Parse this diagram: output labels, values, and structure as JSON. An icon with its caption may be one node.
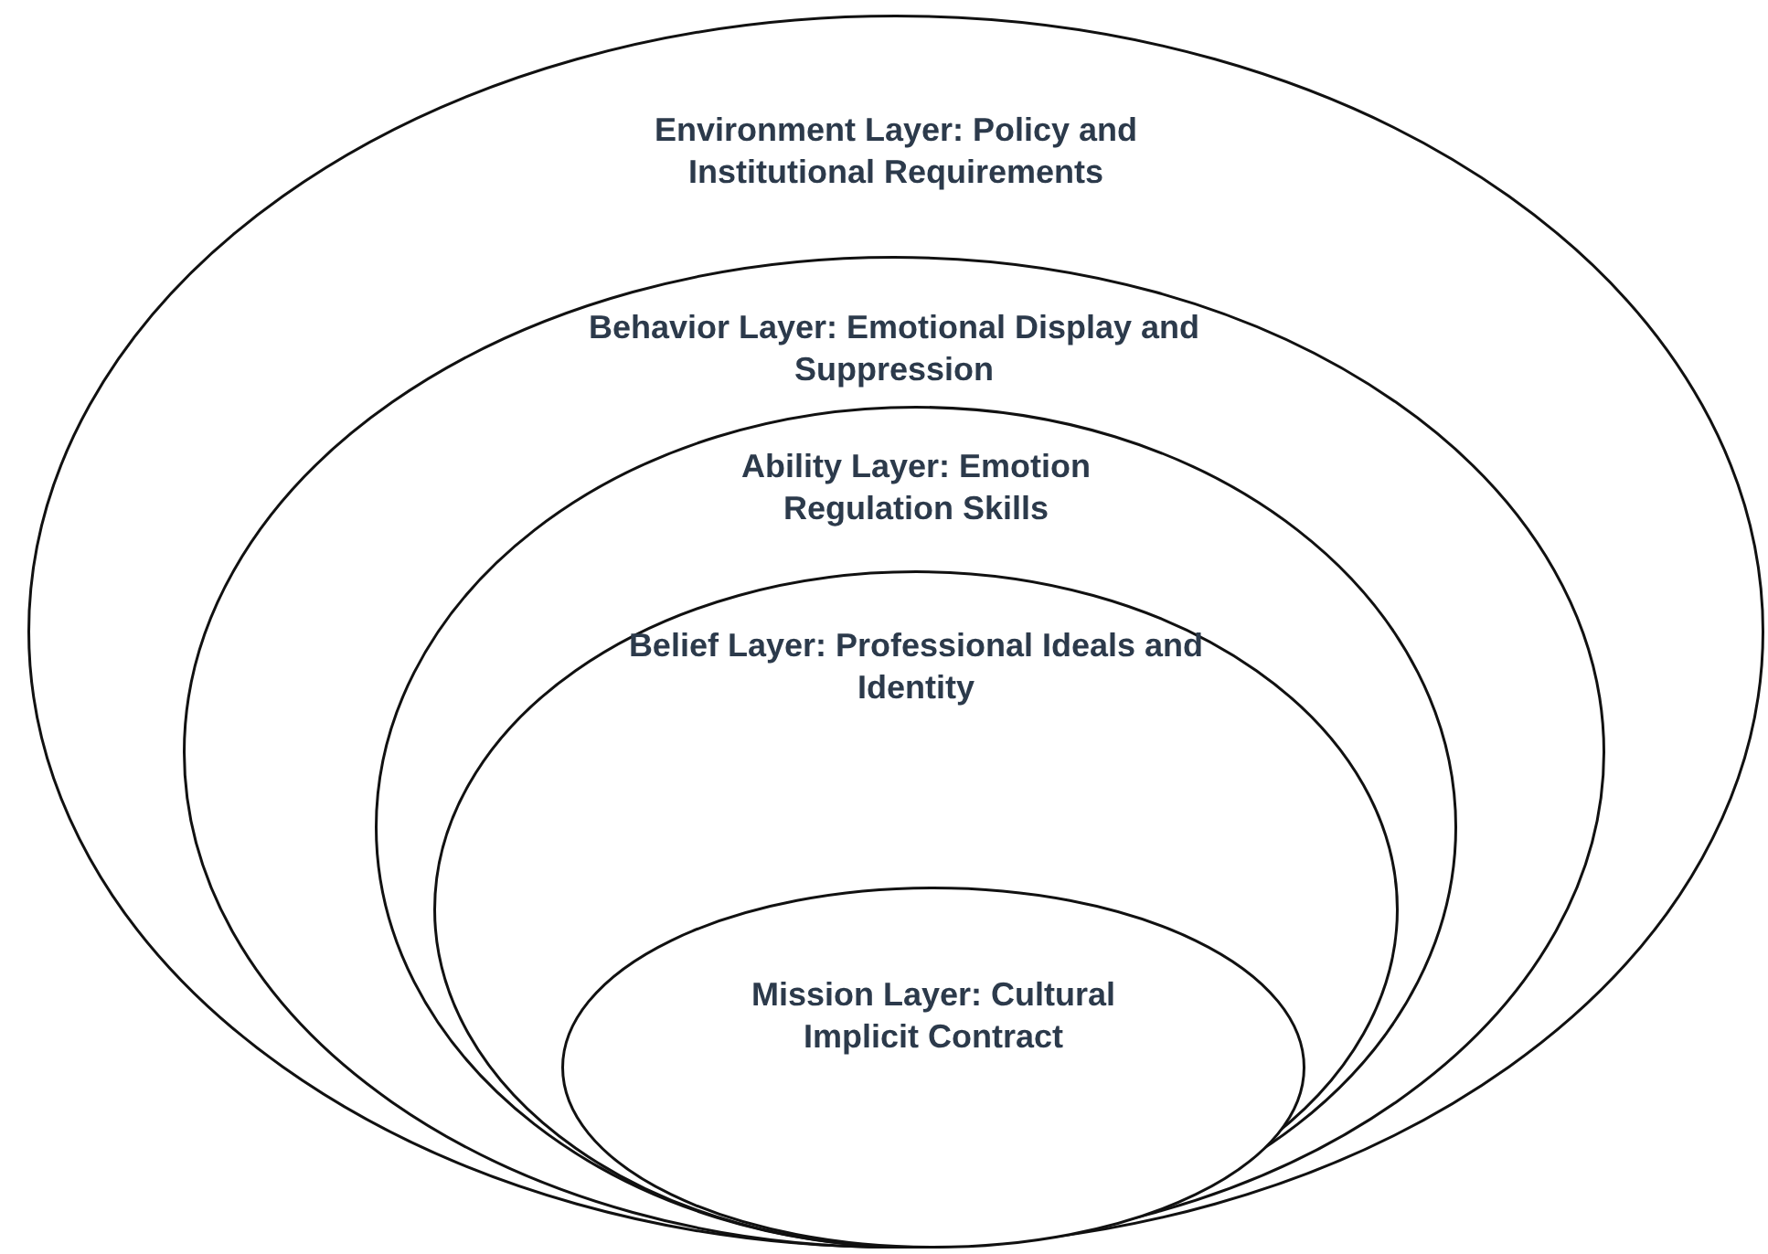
{
  "diagram": {
    "nodes": [
      {
        "text": [
          "Environment Layer: Policy and Institutional Requirements"
        ]
      },
      {
        "text": [
          "Behavior Layer: Emotional Display and Suppression"
        ],
        "in": 0
      },
      {
        "text": [
          "Ability Layer: Emotion Regulation Skills"
        ],
        "in": 1
      },
      {
        "text": [
          "Belief Layer: Professional Ideals and Identity"
        ],
        "in": 2
      },
      {
        "text": [
          "Mission Layer: Cultural Implicit Contract"
        ],
        "in": 3
      }
    ]
  }
}
